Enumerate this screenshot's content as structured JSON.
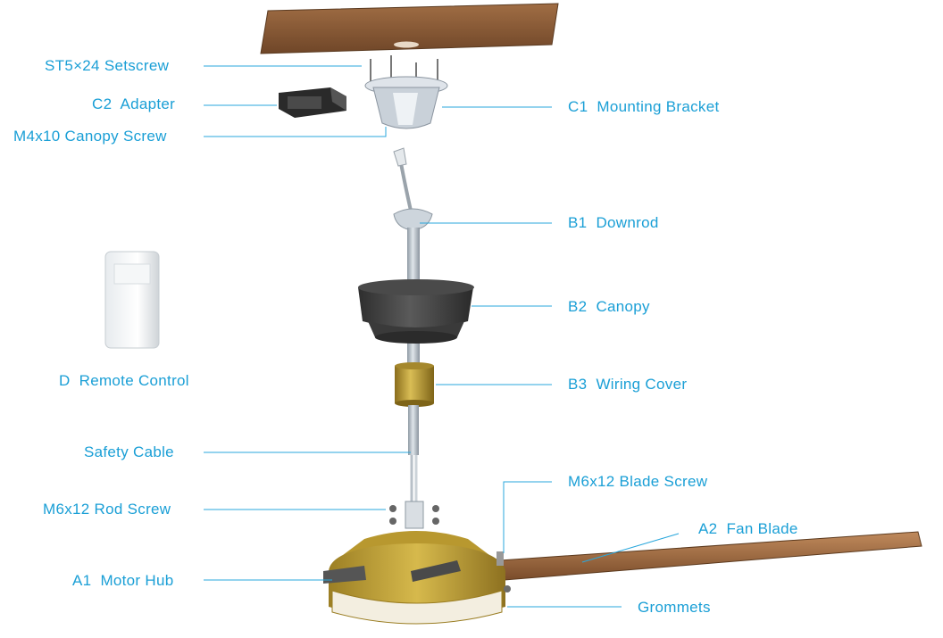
{
  "colors": {
    "label": "#1a9fd6",
    "leader": "#29a7dc",
    "wood": "#8b5e3a",
    "brass": "#c7a53a",
    "canopy": "#3e3e3e",
    "silver": "#b9c3cc"
  },
  "labels": {
    "st5_setscrew": "ST5×24 Setscrew",
    "c2_adapter": "C2  Adapter",
    "m4_canopy_screw": "M4x10 Canopy Screw",
    "c1_mounting_bracket": "C1  Mounting Bracket",
    "b1_downrod": "B1  Downrod",
    "b2_canopy": "B2  Canopy",
    "b3_wiring_cover": "B3  Wiring Cover",
    "d_remote_control": "D  Remote Control",
    "safety_cable": "Safety Cable",
    "m6_blade_screw": "M6x12 Blade Screw",
    "a2_fan_blade": "A2  Fan Blade",
    "m6_rod_screw": "M6x12 Rod Screw",
    "a1_motor_hub": "A1  Motor Hub",
    "grommets": "Grommets"
  }
}
